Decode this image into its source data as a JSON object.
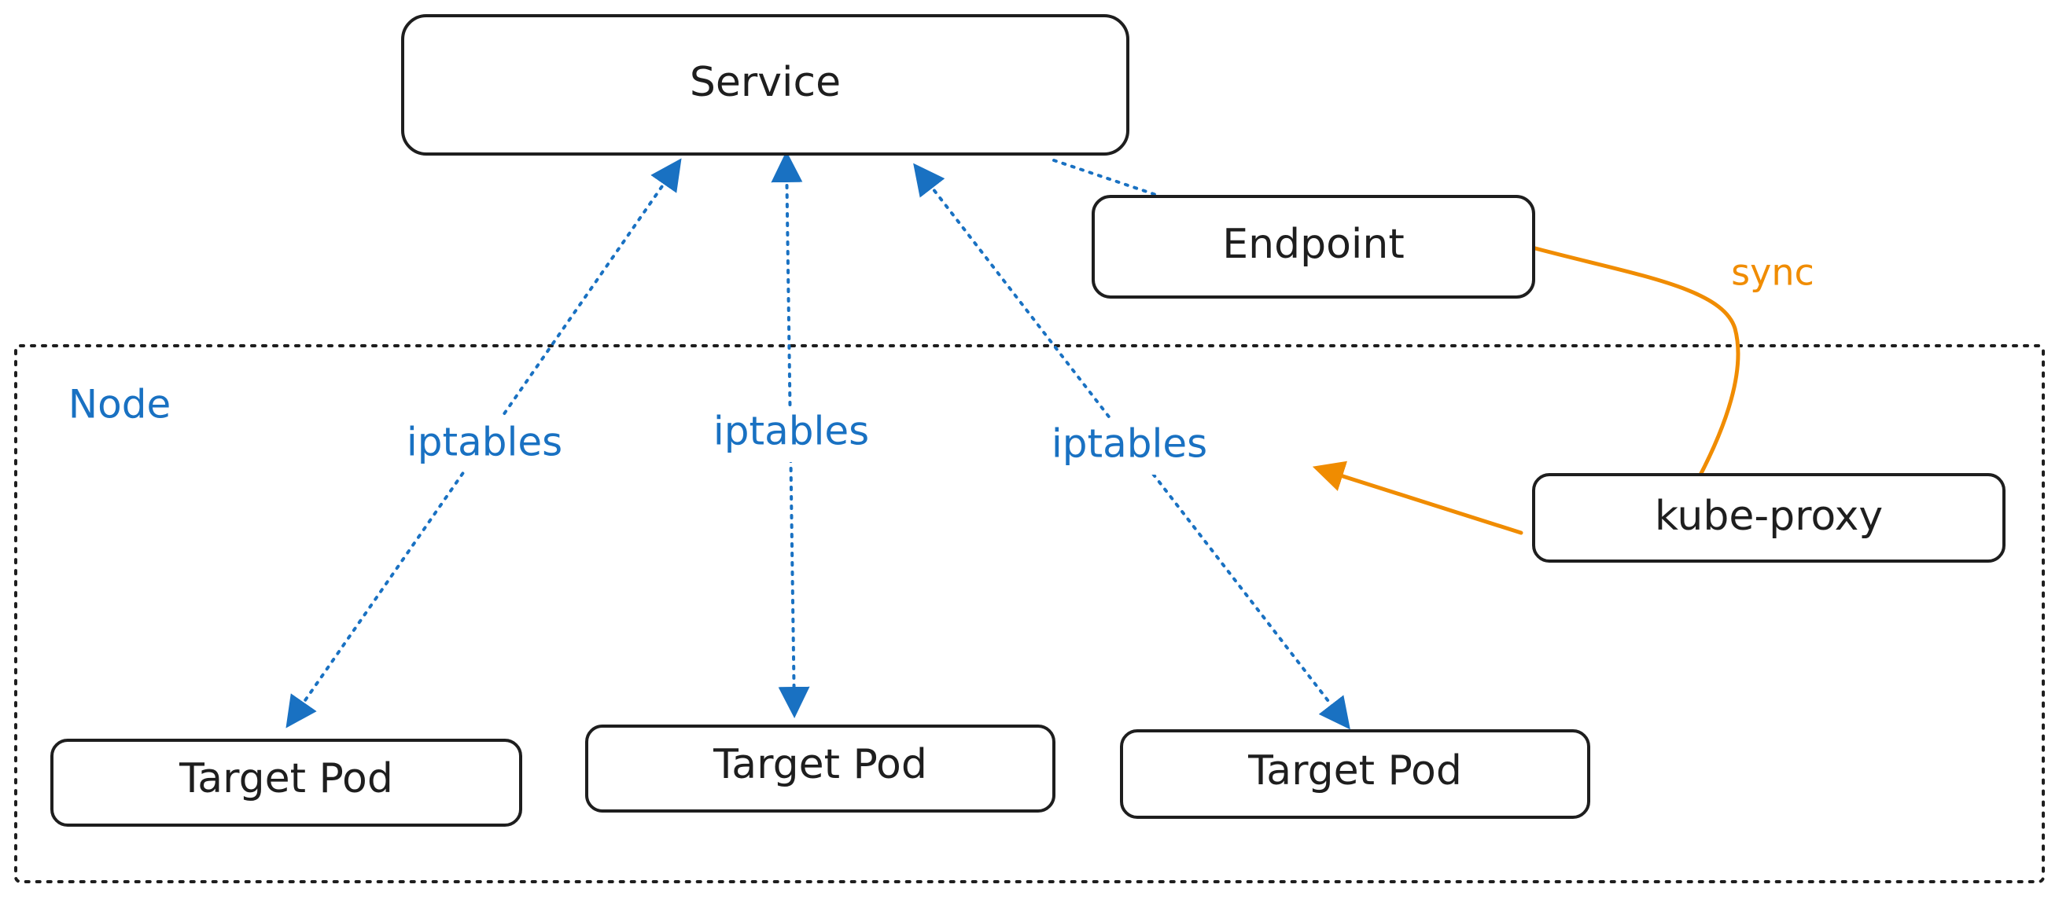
{
  "diagram": {
    "nodes": {
      "service": "Service",
      "endpoint": "Endpoint",
      "kube_proxy": "kube-proxy",
      "node_group": "Node",
      "target_pods": [
        "Target Pod",
        "Target Pod",
        "Target Pod"
      ]
    },
    "edge_labels": {
      "iptables": [
        "iptables",
        "iptables",
        "iptables"
      ],
      "sync": "sync"
    },
    "colors": {
      "stroke": "#1e1e1e",
      "blue": "#1971c2",
      "orange": "#f08c00",
      "background": "#ffffff"
    }
  }
}
